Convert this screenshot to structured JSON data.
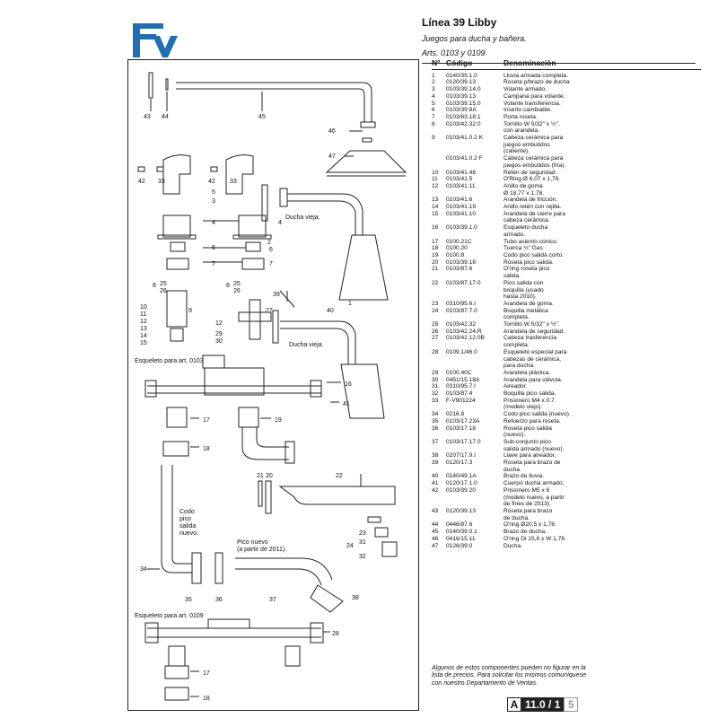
{
  "header": {
    "title": "Línea 39 Libby",
    "subtitle": "Juegos para ducha y bañera.",
    "articles": "Arts. 0103 y 0109"
  },
  "logo": {
    "name": "fv-logo",
    "color": "#1f6fb5"
  },
  "diagram": {
    "labels": {
      "ducha_vieja_1": "Ducha vieja.",
      "ducha_vieja_2": "Ducha vieja.",
      "esqueleto_0103": "Esqueleto para art. 0103",
      "esqueleto_0109": "Esqueleto para art. 0109",
      "codo_pico": "Codo\npico\nsalida\nnuevo.",
      "pico_nuevo": "Pico nuevo\n(a partir de 2011)."
    },
    "numbers": [
      "43",
      "44",
      "45",
      "46",
      "47",
      "42",
      "33",
      "42",
      "33",
      "5",
      "3",
      "4",
      "4",
      "2",
      "6",
      "6",
      "7",
      "7",
      "8",
      "25",
      "26",
      "9",
      "8",
      "25",
      "26",
      "27",
      "39",
      "40",
      "1",
      "10",
      "11",
      "12",
      "13",
      "14",
      "15",
      "12",
      "29",
      "30",
      "16",
      "17",
      "19",
      "41",
      "18",
      "21",
      "20",
      "22",
      "23",
      "31",
      "24",
      "32",
      "34",
      "35",
      "36",
      "37",
      "38",
      "28",
      "17",
      "18"
    ]
  },
  "parts": {
    "headers": {
      "no": "N°",
      "code": "Código",
      "name": "Denominación"
    },
    "rows": [
      {
        "no": "1",
        "code": "0140/39.1.0",
        "name": "Lluvia armada completa."
      },
      {
        "no": "2",
        "code": "0120/39.13",
        "name": "Roseta p/brazo de ducha"
      },
      {
        "no": "3",
        "code": "0103/39.14.0",
        "name": "Volante armado."
      },
      {
        "no": "4",
        "code": "0103/39.13",
        "name": "Campana para volante."
      },
      {
        "no": "5",
        "code": "0103/39.15.0",
        "name": "Volante transferencia."
      },
      {
        "no": "6",
        "code": "0103/39.8A",
        "name": "Inserto cambiable."
      },
      {
        "no": "7",
        "code": "0103/63.18.1",
        "name": "Porta roseta."
      },
      {
        "no": "8",
        "code": "0103/42.32.0",
        "name": "Tornillo W 5/32\" x ½\"."
      },
      {
        "no": "",
        "code": "",
        "name": "con arandela."
      },
      {
        "no": "9",
        "code": "0103/41.0.2 K",
        "name": "Cabeza cerámica para"
      },
      {
        "no": "",
        "code": "",
        "name": "juegos embutidos"
      },
      {
        "no": "",
        "code": "",
        "name": "(caliente)."
      },
      {
        "no": "",
        "code": "0103/41.0.2 F",
        "name": "Cabeza cerámica para"
      },
      {
        "no": "",
        "code": "",
        "name": "juegos embutidos (fría)."
      },
      {
        "no": "10",
        "code": "0103/41.48",
        "name": "Retén de seguridad."
      },
      {
        "no": "11",
        "code": "0103/41.5",
        "name": "O'Ring Ø 6,07 x 1,78."
      },
      {
        "no": "12",
        "code": "0103/41.11",
        "name": "Anillo de goma"
      },
      {
        "no": "",
        "code": "",
        "name": "Ø 18,77 x 1,78."
      },
      {
        "no": "13",
        "code": "0103/41.6",
        "name": "Arandela de fricción."
      },
      {
        "no": "14",
        "code": "0103/41.19",
        "name": "Anillo retén con rejilla."
      },
      {
        "no": "15",
        "code": "0103/41.10",
        "name": "Arandela de cierre para"
      },
      {
        "no": "",
        "code": "",
        "name": "cabeza cerámica."
      },
      {
        "no": "16",
        "code": "0103/39.1.0",
        "name": "Esqueleto ducha"
      },
      {
        "no": "",
        "code": "",
        "name": "armado."
      },
      {
        "no": "17",
        "code": "0100.21C",
        "name": "Tubo asiento cónico."
      },
      {
        "no": "18",
        "code": "0100.20",
        "name": "Tuerca ½\" Gas"
      },
      {
        "no": "19",
        "code": "0100.8",
        "name": "Codo pico salida corto."
      },
      {
        "no": "20",
        "code": "0103/39.18",
        "name": "Roseta pico salida."
      },
      {
        "no": "21",
        "code": "0103/87.6",
        "name": "O'ring roseta pico"
      },
      {
        "no": "",
        "code": "",
        "name": "salida."
      },
      {
        "no": "22",
        "code": "0103/87.17.0",
        "name": "Pico salida con"
      },
      {
        "no": "",
        "code": "",
        "name": "boquilla (usado"
      },
      {
        "no": "",
        "code": "",
        "name": "hasta 2010)."
      },
      {
        "no": "23",
        "code": "0310/95.6.I",
        "name": "Arandela de goma."
      },
      {
        "no": "24",
        "code": "0103/87.7.0",
        "name": "Boquilla metálica"
      },
      {
        "no": "",
        "code": "",
        "name": "completa."
      },
      {
        "no": "25",
        "code": "0103/42.32",
        "name": "Tornillo W 5/32\" x ½\"."
      },
      {
        "no": "26",
        "code": "0103/42.24.R",
        "name": "Arandela de seguridad."
      },
      {
        "no": "27",
        "code": "0103/42.12.0B",
        "name": "Cabeza trasferencia"
      },
      {
        "no": "",
        "code": "",
        "name": "completa."
      },
      {
        "no": "28",
        "code": "0109.1/46.0",
        "name": "Esqueleto especial para"
      },
      {
        "no": "",
        "code": "",
        "name": "cabezas de cerámica,"
      },
      {
        "no": "",
        "code": "",
        "name": "para ducha."
      },
      {
        "no": "29",
        "code": "0100.40C",
        "name": "Arandela plástica."
      },
      {
        "no": "30",
        "code": "0451/15.18A",
        "name": "Arandela para válvula."
      },
      {
        "no": "31",
        "code": "0310/95.7.I",
        "name": "Aireador."
      },
      {
        "no": "32",
        "code": "0103/87.4",
        "name": "Boquilla pico salida."
      },
      {
        "no": "33",
        "code": "F-V901224",
        "name": "Prisionero M4 x 0.7"
      },
      {
        "no": "",
        "code": "",
        "name": "(modelo viejo)."
      },
      {
        "no": "34",
        "code": "0216.8",
        "name": "Codo pico salida (nuevo)."
      },
      {
        "no": "35",
        "code": "0103/17.23A",
        "name": "Refuerzo para roseta."
      },
      {
        "no": "36",
        "code": "0103/17.18",
        "name": "Roseta pico salida"
      },
      {
        "no": "",
        "code": "",
        "name": "(nuevo)."
      },
      {
        "no": "37",
        "code": "0103/17.17.0",
        "name": "Sub-conjunto pico"
      },
      {
        "no": "",
        "code": "",
        "name": "salida armado (nuevo)."
      },
      {
        "no": "38",
        "code": "0207/17.9.I",
        "name": "Llave para aireador."
      },
      {
        "no": "39",
        "code": "0120/17.3",
        "name": "Roseta para brazo de"
      },
      {
        "no": "",
        "code": "",
        "name": "ducha."
      },
      {
        "no": "40",
        "code": "0140/49.1A",
        "name": "Brazo de lluvia."
      },
      {
        "no": "41",
        "code": "0120/17.1.0",
        "name": "Cuerpo ducha armado."
      },
      {
        "no": "42",
        "code": "0103/39.20",
        "name": "Prisionero M5 x 6"
      },
      {
        "no": "",
        "code": "",
        "name": "(modelo nuevo, a partir"
      },
      {
        "no": "",
        "code": "",
        "name": "de fines de 2013)."
      },
      {
        "no": "43",
        "code": "0120/39.13",
        "name": "Roseta para brazo"
      },
      {
        "no": "",
        "code": "",
        "name": "de ducha."
      },
      {
        "no": "44",
        "code": "0446/87.6",
        "name": "O'ring Ø20,5 x 1,78."
      },
      {
        "no": "45",
        "code": "0140/39.0.1",
        "name": "Brazo de ducha."
      },
      {
        "no": "46",
        "code": "0416/15.11",
        "name": "O'ring Di 15,6 x W 1,78."
      },
      {
        "no": "47",
        "code": "0126/39.0",
        "name": "Ducha."
      }
    ]
  },
  "footer": {
    "note": "Algunos de estos componentes pueden no figurar en la lista de precios. Para solicitar los mismos comuníquese con nuestro Departamento de Ventas.",
    "badge_letter": "A",
    "badge_page": "11.0 / 1",
    "badge_num": "5"
  }
}
